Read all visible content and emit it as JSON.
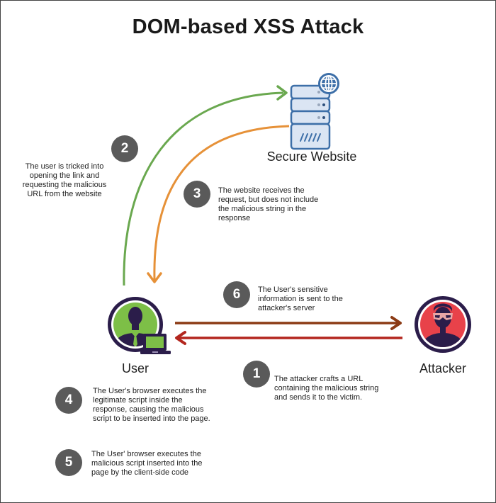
{
  "title": "DOM-based XSS Attack",
  "nodes": {
    "server": {
      "label": "Secure Website",
      "icon": "server-globe-icon"
    },
    "user": {
      "label": "User",
      "icon": "user-laptop-icon"
    },
    "attacker": {
      "label": "Attacker",
      "icon": "masked-attacker-icon"
    }
  },
  "steps": [
    {
      "number": "1",
      "text": "The attacker crafts a URL containing the malicious string and sends it to the victim."
    },
    {
      "number": "2",
      "text": "The user is tricked into opening the link and requesting the malicious URL from the website"
    },
    {
      "number": "3",
      "text": "The website receives the request, but does not include the malicious string in the response"
    },
    {
      "number": "4",
      "text": "The User's browser executes the legitimate script inside the response, causing the malicious script to be inserted into the page."
    },
    {
      "number": "5",
      "text": "The User' browser executes the malicious script inserted into the page by the client-side code"
    },
    {
      "number": "6",
      "text": "The User's sensitive information is sent to the attacker's server"
    }
  ],
  "arrows": [
    {
      "from": "user",
      "to": "server",
      "step": "2",
      "color": "#6aa84f"
    },
    {
      "from": "server",
      "to": "user",
      "step": "3",
      "color": "#e69138"
    },
    {
      "from": "user",
      "to": "attacker",
      "step": "6",
      "color": "#8b3a14"
    },
    {
      "from": "attacker",
      "to": "user",
      "step": "1",
      "color": "#b3261e"
    }
  ],
  "colors": {
    "badge": "#5a5a5a",
    "user_fill": "#7dbf47",
    "attacker_fill": "#e8424a",
    "figure_dark": "#2b1d4a",
    "server_fill": "#dbe5f3",
    "server_stroke": "#3d6fa8"
  }
}
